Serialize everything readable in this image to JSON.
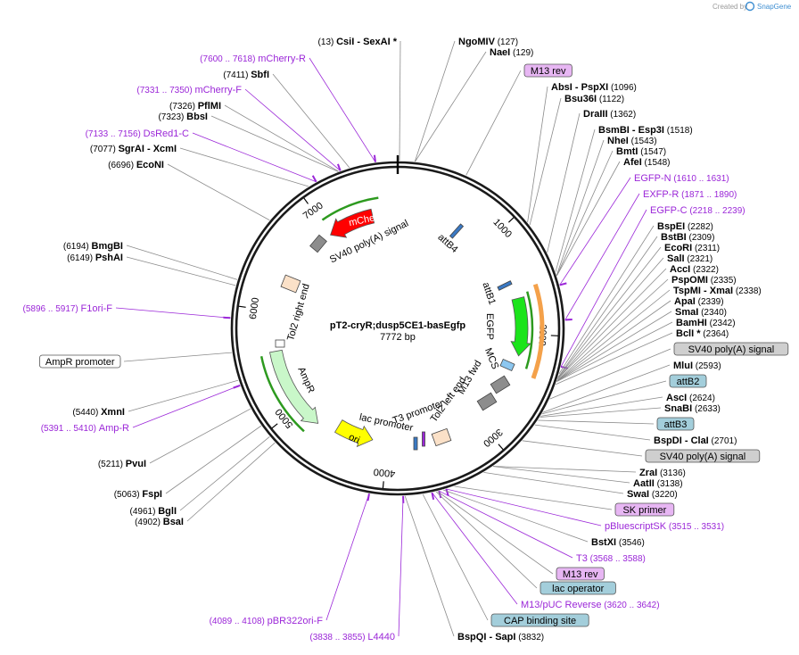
{
  "credit": {
    "prefix": "Created by",
    "brand": "SnapGene"
  },
  "plasmid": {
    "name": "pT2-cryR;dusp5CE1-basEgfp",
    "length": "7772 bp"
  },
  "ticks": [
    "1000",
    "2000",
    "3000",
    "4000",
    "5000",
    "6000",
    "7000"
  ],
  "inner_features": [
    {
      "label": "mCherry",
      "kind": "arrow",
      "color": "#ff0000"
    },
    {
      "label": "SV40 poly(A) signal",
      "kind": "box"
    },
    {
      "label": "attB4",
      "kind": "box"
    },
    {
      "label": "attB1",
      "kind": "box"
    },
    {
      "label": "EGFP",
      "kind": "arrow",
      "color": "#1be41b"
    },
    {
      "label": "MCS",
      "kind": "box"
    },
    {
      "label": "M13 fwd",
      "kind": "box"
    },
    {
      "label": "Tol2 left end",
      "kind": "box"
    },
    {
      "label": "T3 promoter",
      "kind": "box"
    },
    {
      "label": "lac promoter",
      "kind": "box"
    },
    {
      "label": "ori",
      "kind": "arrow",
      "color": "#ffff00"
    },
    {
      "label": "AmpR",
      "kind": "arrow",
      "color": "#c9f7c9"
    },
    {
      "label": "Tol2 right end",
      "kind": "box"
    }
  ],
  "labels": [
    {
      "name": "CsiI",
      "name2": "SexAI",
      "star": "*",
      "pos": "(13)",
      "type": "enzyme"
    },
    {
      "name": "mCherry-R",
      "pos": "(7600 .. 7618)",
      "type": "feature"
    },
    {
      "name": "SbfI",
      "pos": "(7411)",
      "type": "enzyme"
    },
    {
      "name": "mCherry-F",
      "pos": "(7331 .. 7350)",
      "type": "feature"
    },
    {
      "name": "PflMI",
      "pos": "(7326)",
      "type": "enzyme"
    },
    {
      "name": "BbsI",
      "pos": "(7323)",
      "type": "enzyme"
    },
    {
      "name": "DsRed1-C",
      "pos": "(7133 .. 7156)",
      "type": "feature"
    },
    {
      "name": "SgrAI",
      "name2": "XcmI",
      "pos": "(7077)",
      "type": "enzyme"
    },
    {
      "name": "EcoNI",
      "pos": "(6696)",
      "type": "enzyme"
    },
    {
      "name": "BmgBI",
      "pos": "(6194)",
      "type": "enzyme"
    },
    {
      "name": "PshAI",
      "pos": "(6149)",
      "type": "enzyme"
    },
    {
      "name": "F1ori-F",
      "pos": "(5896 .. 5917)",
      "type": "feature"
    },
    {
      "name": "AmpR promoter",
      "type": "box"
    },
    {
      "name": "XmnI",
      "pos": "(5440)",
      "type": "enzyme"
    },
    {
      "name": "Amp-R",
      "pos": "(5391 .. 5410)",
      "type": "feature"
    },
    {
      "name": "PvuI",
      "pos": "(5211)",
      "type": "enzyme"
    },
    {
      "name": "FspI",
      "pos": "(5063)",
      "type": "enzyme"
    },
    {
      "name": "BglI",
      "pos": "(4961)",
      "type": "enzyme"
    },
    {
      "name": "BsaI",
      "pos": "(4902)",
      "type": "enzyme"
    },
    {
      "name": "pBR322ori-F",
      "pos": "(4089 .. 4108)",
      "type": "feature"
    },
    {
      "name": "L4440",
      "pos": "(3838 .. 3855)",
      "type": "feature"
    },
    {
      "name": "NgoMIV",
      "pos": "(127)",
      "type": "enzyme"
    },
    {
      "name": "NaeI",
      "pos": "(129)",
      "type": "enzyme"
    },
    {
      "name": "M13 rev",
      "type": "box-purple"
    },
    {
      "name": "AbsI",
      "name2": "PspXI",
      "pos": "(1096)",
      "type": "enzyme"
    },
    {
      "name": "Bsu36I",
      "pos": "(1122)",
      "type": "enzyme"
    },
    {
      "name": "DraIII",
      "pos": "(1362)",
      "type": "enzyme"
    },
    {
      "name": "BsmBI",
      "name2": "Esp3I",
      "pos": "(1518)",
      "type": "enzyme"
    },
    {
      "name": "NheI",
      "pos": "(1543)",
      "type": "enzyme"
    },
    {
      "name": "BmtI",
      "pos": "(1547)",
      "type": "enzyme"
    },
    {
      "name": "AfeI",
      "pos": "(1548)",
      "type": "enzyme"
    },
    {
      "name": "EGFP-N",
      "pos": "(1610 .. 1631)",
      "type": "feature"
    },
    {
      "name": "EXFP-R",
      "pos": "(1871 .. 1890)",
      "type": "feature"
    },
    {
      "name": "EGFP-C",
      "pos": "(2218 .. 2239)",
      "type": "feature"
    },
    {
      "name": "BspEI",
      "pos": "(2282)",
      "type": "enzyme"
    },
    {
      "name": "BstBI",
      "pos": "(2309)",
      "type": "enzyme"
    },
    {
      "name": "EcoRI",
      "pos": "(2311)",
      "type": "enzyme"
    },
    {
      "name": "SalI",
      "pos": "(2321)",
      "type": "enzyme"
    },
    {
      "name": "AccI",
      "pos": "(2322)",
      "type": "enzyme"
    },
    {
      "name": "PspOMI",
      "pos": "(2335)",
      "type": "enzyme"
    },
    {
      "name": "TspMI",
      "name2": "XmaI",
      "pos": "(2338)",
      "type": "enzyme"
    },
    {
      "name": "ApaI",
      "pos": "(2339)",
      "type": "enzyme"
    },
    {
      "name": "SmaI",
      "pos": "(2340)",
      "type": "enzyme"
    },
    {
      "name": "BamHI",
      "pos": "(2342)",
      "type": "enzyme"
    },
    {
      "name": "BclI",
      "star": "*",
      "pos": "(2364)",
      "type": "enzyme"
    },
    {
      "name": "SV40 poly(A) signal",
      "type": "box-gray"
    },
    {
      "name": "MluI",
      "pos": "(2593)",
      "type": "enzyme"
    },
    {
      "name": "attB2",
      "type": "box-blue"
    },
    {
      "name": "AscI",
      "pos": "(2624)",
      "type": "enzyme"
    },
    {
      "name": "SnaBI",
      "pos": "(2633)",
      "type": "enzyme"
    },
    {
      "name": "attB3",
      "type": "box-blue"
    },
    {
      "name": "BspDI",
      "name2": "ClaI",
      "pos": "(2701)",
      "type": "enzyme"
    },
    {
      "name": "SV40 poly(A) signal",
      "type": "box-gray"
    },
    {
      "name": "ZraI",
      "pos": "(3136)",
      "type": "enzyme"
    },
    {
      "name": "AatII",
      "pos": "(3138)",
      "type": "enzyme"
    },
    {
      "name": "SwaI",
      "pos": "(3220)",
      "type": "enzyme"
    },
    {
      "name": "SK primer",
      "type": "box-purple"
    },
    {
      "name": "pBluescriptSK",
      "pos": "(3515 .. 3531)",
      "type": "feature"
    },
    {
      "name": "BstXI",
      "pos": "(3546)",
      "type": "enzyme"
    },
    {
      "name": "T3",
      "pos": "(3568 .. 3588)",
      "type": "feature"
    },
    {
      "name": "M13 rev",
      "type": "box-purple"
    },
    {
      "name": "lac operator",
      "type": "box-blue"
    },
    {
      "name": "M13/pUC Reverse",
      "pos": "(3620 .. 3642)",
      "type": "feature"
    },
    {
      "name": "CAP binding site",
      "type": "box-blue"
    },
    {
      "name": "BspQI",
      "name2": "SapI",
      "pos": "(3832)",
      "type": "enzyme"
    }
  ],
  "colors": {
    "feature_text": "#9b27d8",
    "box_purple": "#e7b6f3",
    "box_blue": "#a3cedb",
    "box_gray": "#cfcfcf",
    "box_white": "#ffffff",
    "backbone": "#1a1a1a",
    "leader": "#8a8a8a",
    "leader_feature": "#9b27d8",
    "snapgene_blue": "#3f8fd2"
  }
}
